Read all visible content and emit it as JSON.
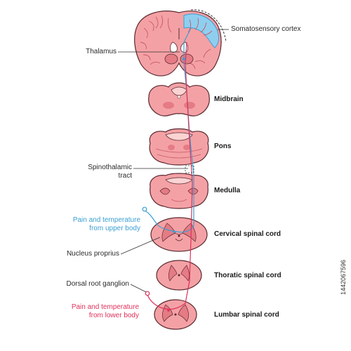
{
  "labels": {
    "somatosensory_cortex": "Somatosensory cortex",
    "thalamus": "Thalamus",
    "midbrain": "Midbrain",
    "pons": "Pons",
    "spinothalamic_tract": "Spinothalamic\ntract",
    "medulla": "Medulla",
    "pain_upper": "Pain and temperature\nfrom upper body",
    "cervical": "Cervical spinal cord",
    "nucleus_proprius": "Nucleus proprius",
    "thoratic": "Thoratic spinal cord",
    "dorsal_root_ganglion": "Dorsal root ganglion",
    "pain_lower": "Pain and temperature\nfrom lower body",
    "lumbar": "Lumbar spinal cord"
  },
  "watermark": "1442067596",
  "colors": {
    "tissue": "#f4a1a5",
    "tissue_dark": "#e57b84",
    "tissue_light": "#fbd3d3",
    "cortex_blue": "#8ecff0",
    "blue_path": "#3a9fd2",
    "red_path": "#e0305a",
    "outline": "#5a2a30"
  }
}
